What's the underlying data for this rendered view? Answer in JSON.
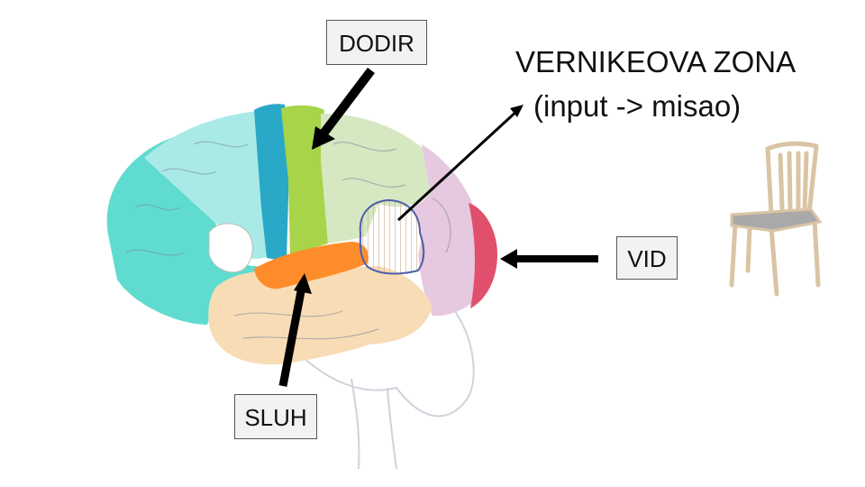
{
  "labels": {
    "touch": "DODIR",
    "vision": "VID",
    "hearing": "SLUH"
  },
  "wernicke": {
    "title": "VERNIKEOVA ZONA",
    "subtitle": "(input -> misao)"
  },
  "colors": {
    "frontal": "#5fdccf",
    "prefrontal_top": "#a9eae7",
    "motor": "#29a8c8",
    "somatosensory": "#a8d44a",
    "parietal": "#d5e8c2",
    "occipital": "#e6c8e0",
    "visual": "#e0506c",
    "temporal": "#f8dcb6",
    "auditory": "#ff8c2a",
    "wernicke_outline": "#4e5fa8",
    "arrow": "#000000"
  }
}
